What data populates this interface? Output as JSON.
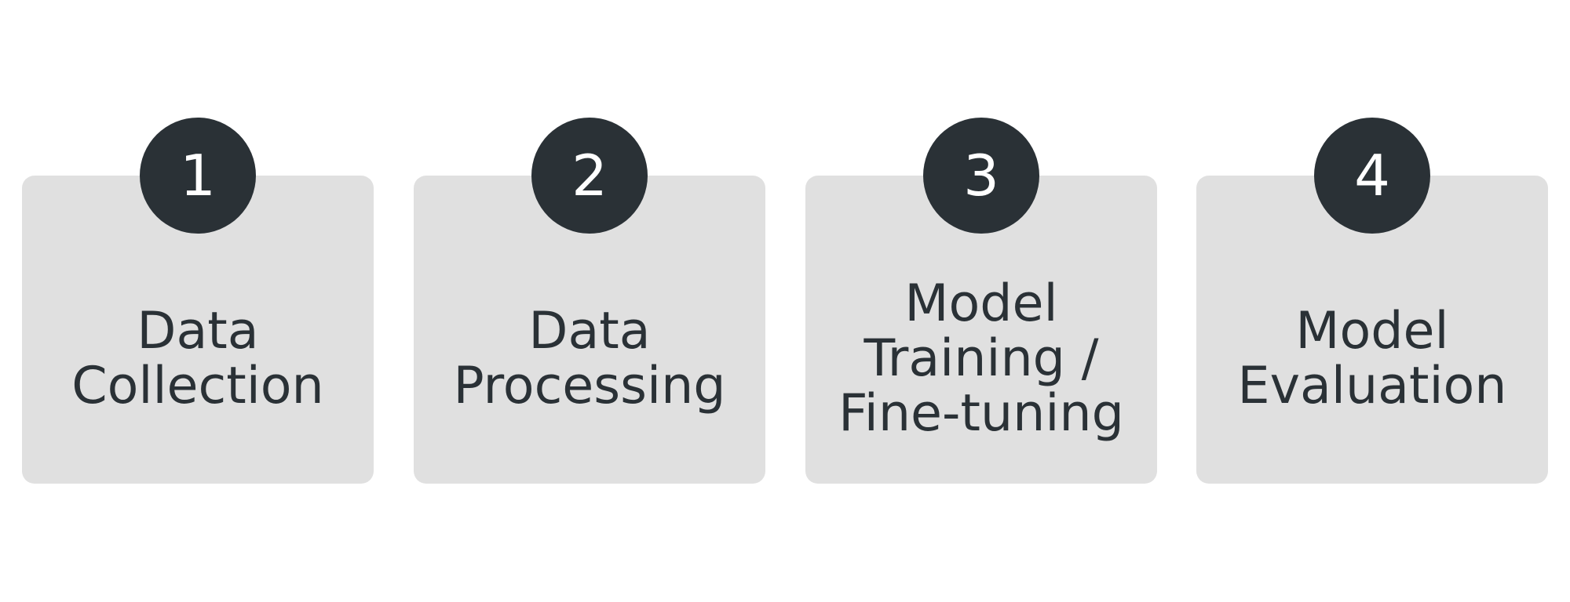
{
  "steps": [
    {
      "number": "1",
      "lines": [
        "Data",
        "Collection"
      ]
    },
    {
      "number": "2",
      "lines": [
        "Data",
        "Processing"
      ]
    },
    {
      "number": "3",
      "lines": [
        "Model",
        "Training /",
        "Fine-tuning"
      ]
    },
    {
      "number": "4",
      "lines": [
        "Model",
        "Evaluation"
      ]
    }
  ],
  "colors": {
    "card": "#e0e0e0",
    "badge": "#2a3136",
    "text": "#2a3136",
    "badge_text": "#ffffff"
  }
}
